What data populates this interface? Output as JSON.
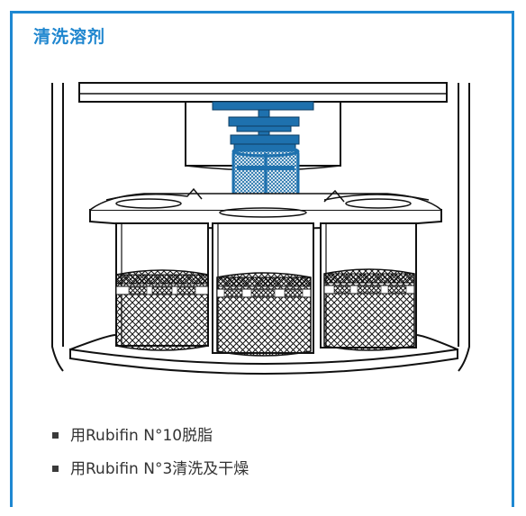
{
  "panel": {
    "title": "清洗溶剂",
    "accent_color": "#1e88d2",
    "illustration_icon": "parts-washing-machine-with-solvent-baskets"
  },
  "steps": [
    {
      "label": "用Rubifin N°10脱脂"
    },
    {
      "label": "用Rubifin N°3清洗及干燥"
    }
  ]
}
